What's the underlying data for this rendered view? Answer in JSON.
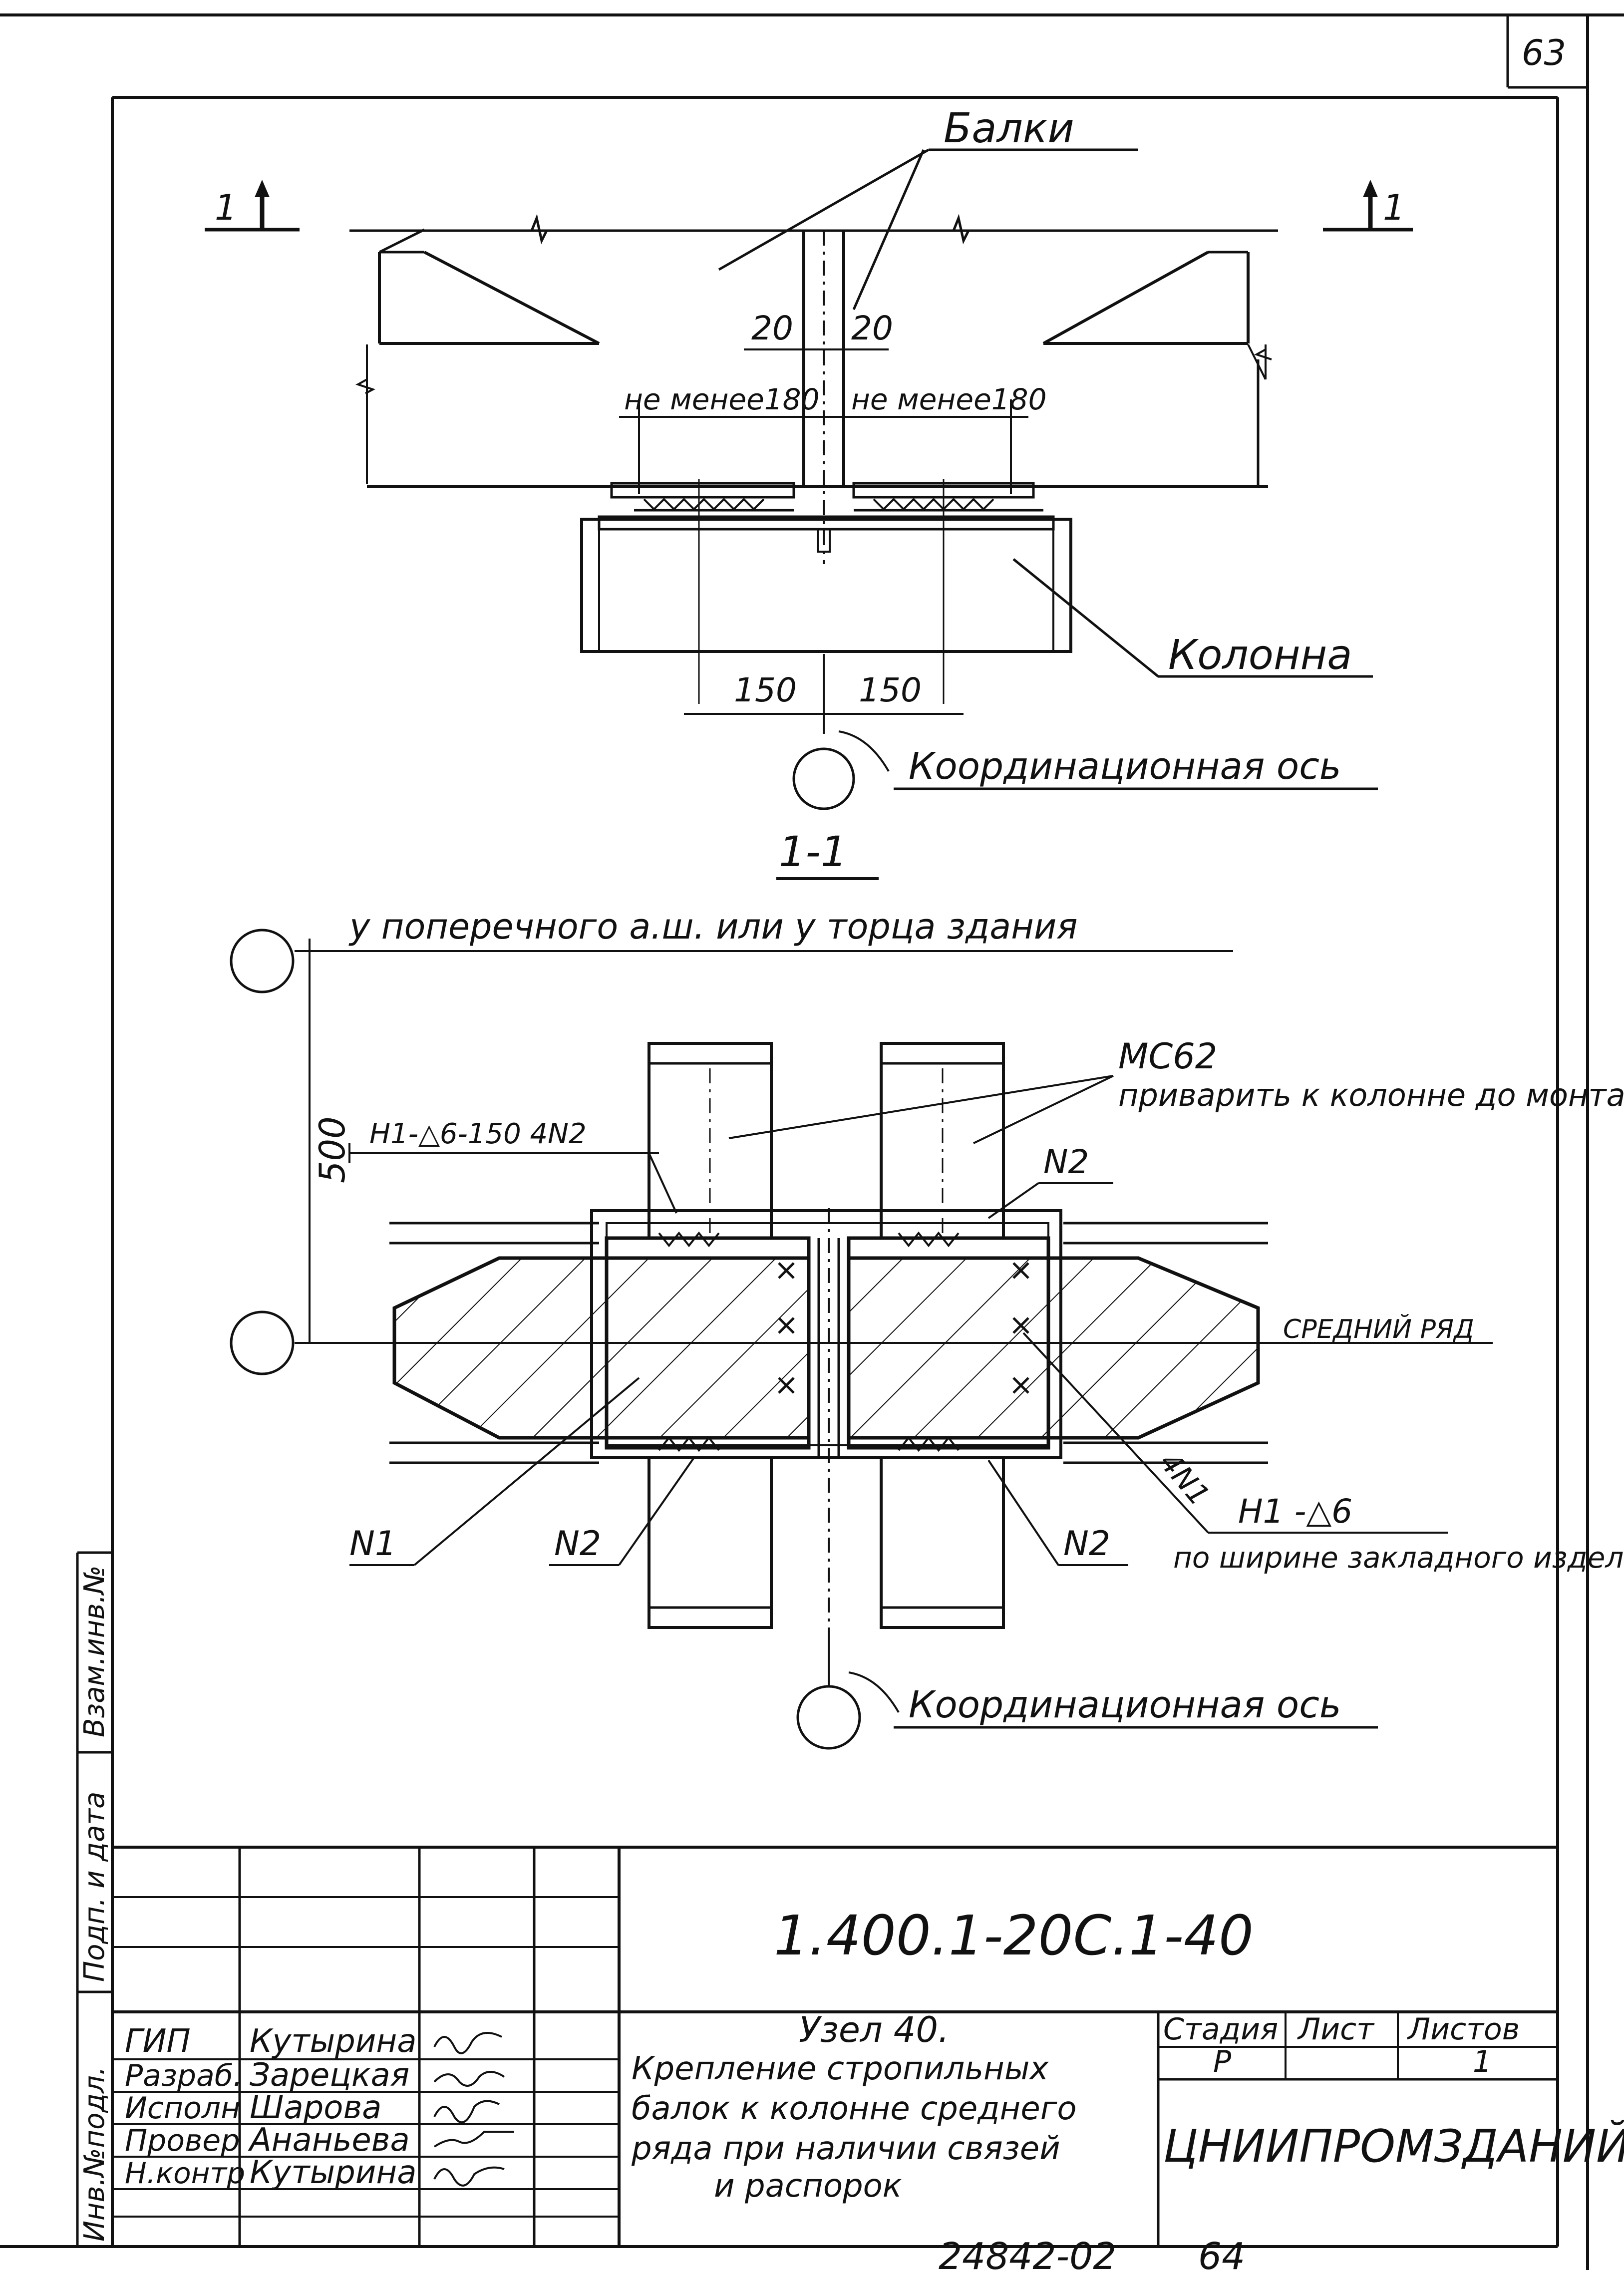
{
  "sheet": {
    "page_number": "63",
    "footer_number": "24842-02",
    "footer_page": "64"
  },
  "plan": {
    "beams_label": "Балки",
    "section_mark": "1",
    "gap_left": "20",
    "gap_right": "20",
    "min_left": "не менее180",
    "min_right": "не менее180",
    "column_label": "Колонна",
    "dim_left": "150",
    "dim_right": "150",
    "axis_label": "Координационная ось"
  },
  "section": {
    "title": "1-1",
    "top_note": "у поперечного а.ш. или у торца здания",
    "dim_500": "500",
    "mc62": "МС62",
    "weld_note": "приварить к колонне до монтажа балок",
    "weld_sym_top": "Н1-△6-150 4N2",
    "n2_top": "N2",
    "middle_row": "СРЕДНИЙ РЯД",
    "n1": "N1",
    "n2_bottom_left": "N2",
    "n2_bottom_right": "N2",
    "four_n1": "4N1",
    "weld_sym_right": "Н1 -△6",
    "width_note": "по ширине закладного изделия",
    "axis_label": "Координационная ось"
  },
  "side_stamp": {
    "inv_podl": "Инв.№подл.",
    "podp_data": "Подп. и дата",
    "vzam_inv": "Взам.инв.№"
  },
  "title_block": {
    "code": "1.400.1-20С.1-40",
    "roles": [
      "ГИП",
      "Разраб.",
      "Исполн",
      "Провер",
      "Н.контр"
    ],
    "names": [
      "Кутырина",
      "Зарецкая",
      "Шарова",
      "Ананьева",
      "Кутырина"
    ],
    "description": [
      "Узел 40.",
      "Крепление стропильных",
      "балок к колонне среднего",
      "ряда при наличии связей",
      "и распорок"
    ],
    "stage_header": "Стадия",
    "sheet_header": "Лист",
    "sheets_header": "Листов",
    "stage": "Р",
    "sheets": "1",
    "organization": "ЦНИИПРОМЗДАНИЙ"
  }
}
